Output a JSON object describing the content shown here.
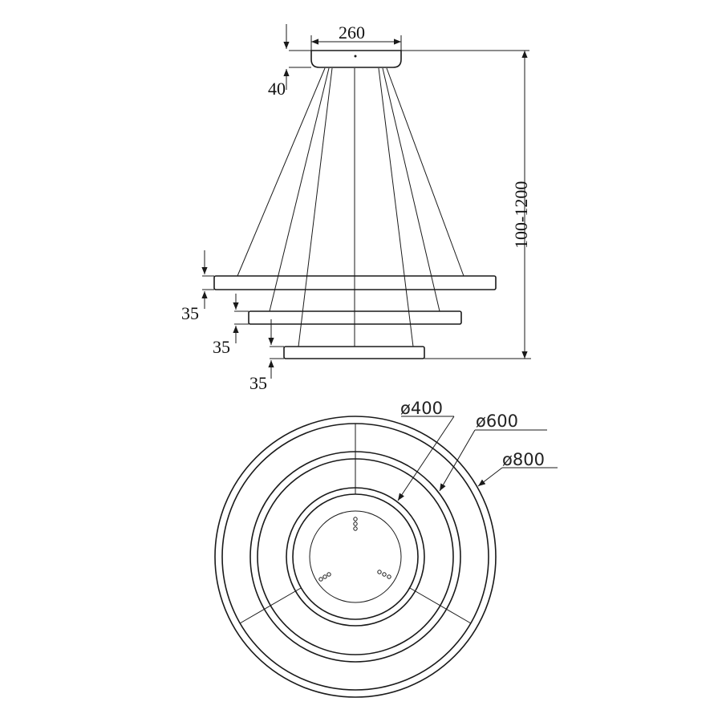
{
  "side_view": {
    "canopy_width": "260",
    "canopy_height": "40",
    "drop_length": "100-1200",
    "ring_top_thickness": "35",
    "ring_middle_thickness": "35",
    "ring_bottom_thickness": "35"
  },
  "top_view": {
    "diameter_small": "ø400",
    "diameter_medium": "ø600",
    "diameter_large": "ø800"
  }
}
